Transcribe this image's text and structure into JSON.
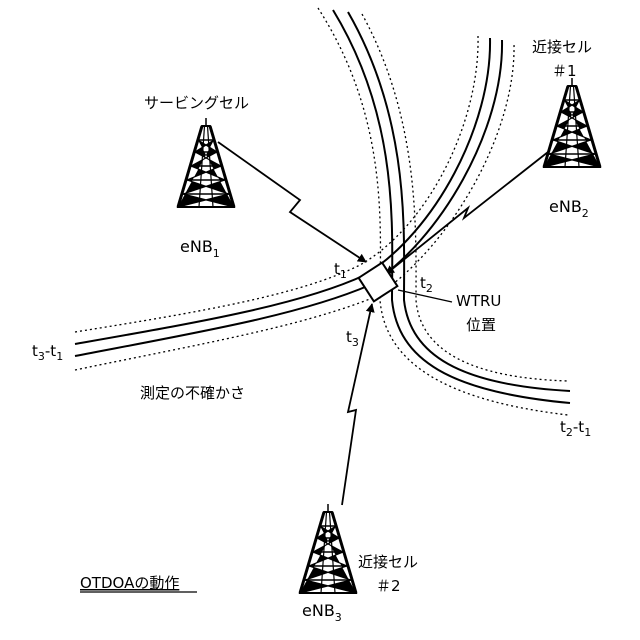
{
  "colors": {
    "ink": "#000000",
    "background": "#ffffff"
  },
  "labels": {
    "serving_cell": "サービングセル",
    "neighbor_cell_1_line1": "近接セル",
    "neighbor_cell_1_line2": "＃1",
    "neighbor_cell_2_line1": "近接セル",
    "neighbor_cell_2_line2": "＃2",
    "enb1_base": "eNB",
    "enb1_sub": "1",
    "enb2_base": "eNB",
    "enb2_sub": "2",
    "enb3_base": "eNB",
    "enb3_sub": "3",
    "t1_base": "t",
    "t1_sub": "1",
    "t2_base": "t",
    "t2_sub": "2",
    "t3_base": "t",
    "t3_sub": "3",
    "wtru_line1": "WTRU",
    "wtru_line2": "位置",
    "uncertainty": "測定の不確かさ",
    "t3_t1": {
      "a": "t",
      "a_sub": "3",
      "dash": "-t",
      "b_sub": "1"
    },
    "t2_t1": {
      "a": "t",
      "a_sub": "2",
      "dash": "-t",
      "b_sub": "1"
    },
    "caption": "OTDOAの動作"
  },
  "icons": [
    "cell-tower-icon",
    "cell-tower-icon",
    "cell-tower-icon"
  ]
}
